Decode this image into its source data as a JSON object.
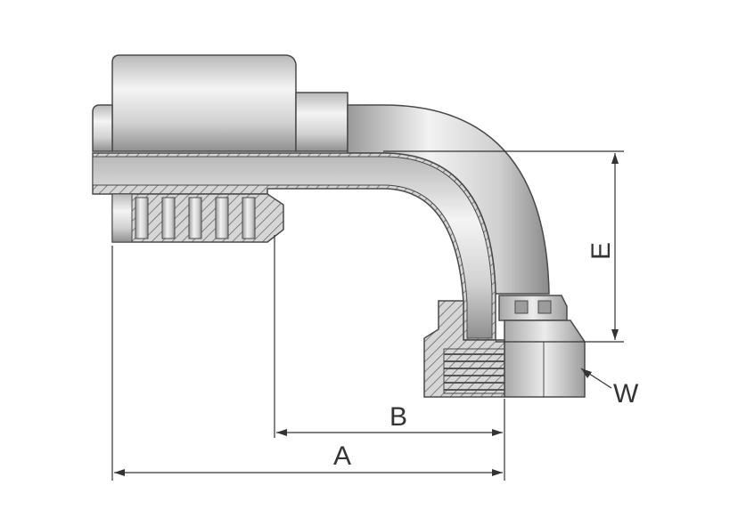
{
  "labels": {
    "a": "A",
    "b": "B",
    "e": "E",
    "w": "W"
  },
  "colors": {
    "metal_light": "#f2f2f2",
    "metal_mid": "#cfcfcf",
    "metal_dark": "#8e8e8e",
    "outline": "#4a4a4a",
    "section_fill": "#d8d8d8",
    "hatch": "#6a6a6a",
    "dimension": "#333333"
  }
}
